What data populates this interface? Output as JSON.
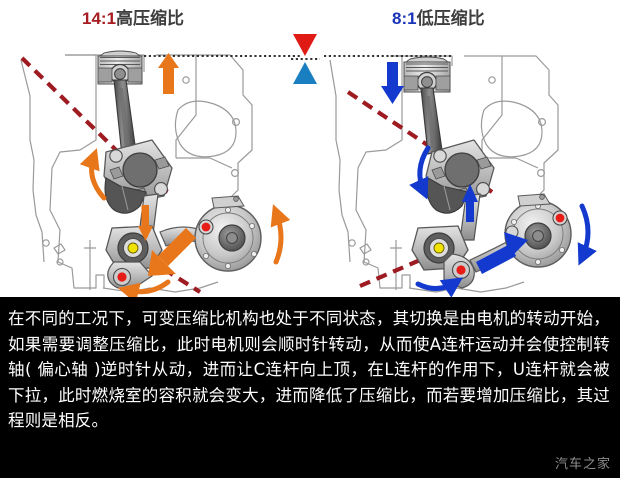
{
  "titles": {
    "left": {
      "ratio": "14:1",
      "label": "高压缩比",
      "ratio_color": "#a61c20"
    },
    "right": {
      "ratio": "8:1",
      "label": "低压缩比",
      "ratio_color": "#1a33b8"
    }
  },
  "center_markers": {
    "top_triangle": "red-down-triangle",
    "bottom_triangle": "blue-up-triangle",
    "top_color": "#e01b16",
    "bottom_color": "#1a7fc1"
  },
  "diagrams": {
    "left": {
      "name": "high-compression-ratio-engine-diagram",
      "arrow_color": "#e8761a",
      "piston_direction": "up",
      "piston_label": "piston-up-arrow",
      "dashed_axis_color": "#9e1b22",
      "pivot_color": "#f2e200",
      "pin_color": "#e81c16"
    },
    "right": {
      "name": "low-compression-ratio-engine-diagram",
      "arrow_color": "#1339ce",
      "piston_direction": "down",
      "piston_label": "piston-down-arrow",
      "dashed_axis_color": "#9e1b22",
      "pivot_color": "#f2e200",
      "pin_color": "#e81c16"
    }
  },
  "caption": {
    "paragraph": "在不同的工况下，可变压缩比机构也处于不同状态，其切换是由电机的转动开始，如果需要调整压缩比，此时电机则会顺时针转动，从而使A连杆运动并会使控制转轴( 偏心轴 )逆时针从动，进而让C连杆向上顶，在L连杆的作用下，U连杆就会被下拉，此时燃烧室的容积就会变大，进而降低了压缩比，而若要增加压缩比，其过程则是相反。",
    "background_color": "#000000",
    "text_color": "#ffffff"
  },
  "watermark": {
    "text": "汽车之家",
    "color": "#8e8e8e"
  }
}
